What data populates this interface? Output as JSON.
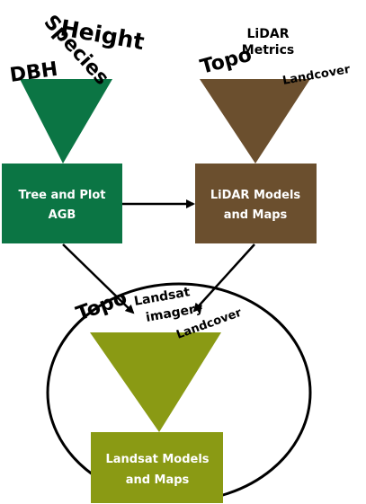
{
  "colors": {
    "tree": "#0b7544",
    "lidar": "#6b4f2e",
    "landsat": "#8a9a14",
    "background": "#ffffff",
    "ink": "#000000",
    "box_text": "#ffffff"
  },
  "tree": {
    "inputs": {
      "dbh": "DBH",
      "species": "Species",
      "height": "Height"
    },
    "box": {
      "line1": "Tree and Plot",
      "line2": "AGB"
    }
  },
  "lidar": {
    "inputs": {
      "topo": "Topo",
      "metrics_line1": "LiDAR",
      "metrics_line2": "Metrics",
      "landcover": "Landcover"
    },
    "box": {
      "line1": "LiDAR Models",
      "line2": "and Maps"
    }
  },
  "landsat": {
    "inputs": {
      "topo": "Topo",
      "imagery_line1": "Landsat",
      "imagery_line2": "imagery",
      "landcover": "Landcover"
    },
    "box": {
      "line1": "Landsat Models",
      "line2": "and Maps"
    }
  }
}
